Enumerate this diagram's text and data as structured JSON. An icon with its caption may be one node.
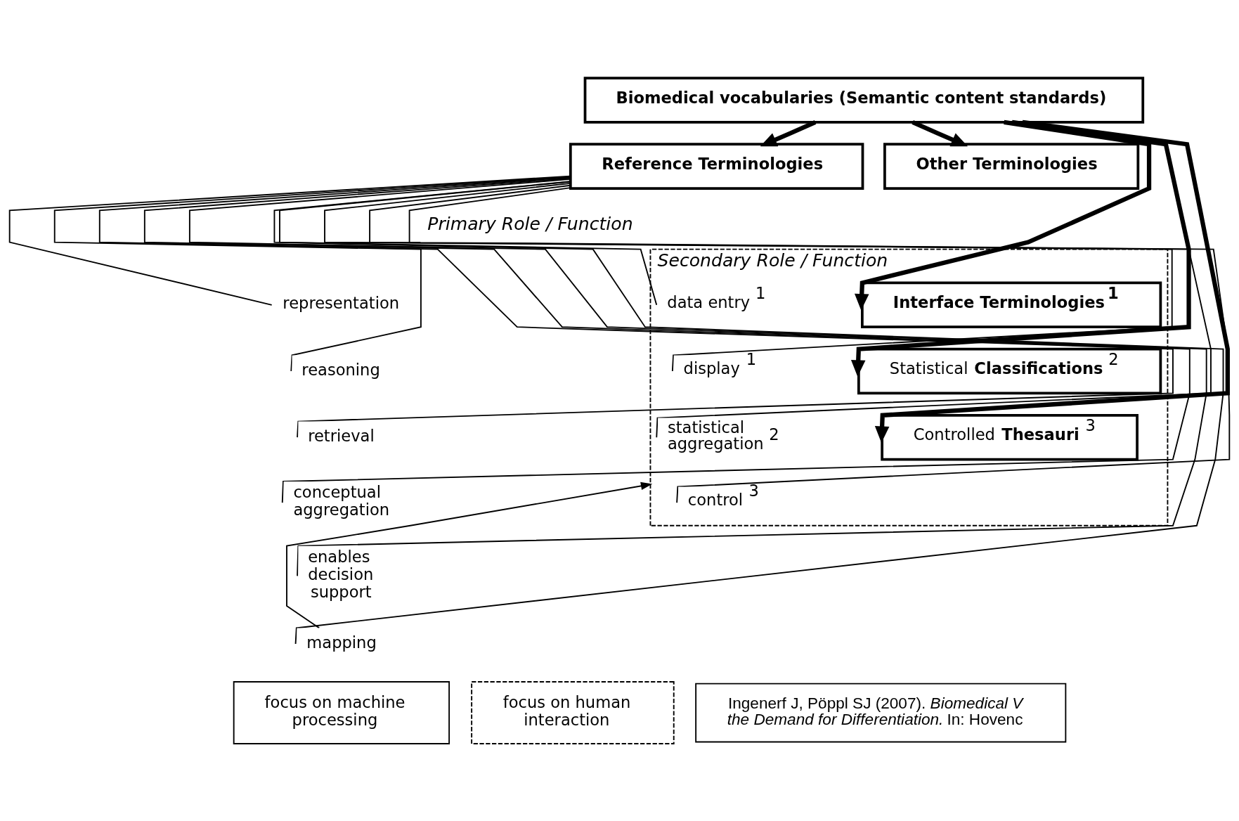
{
  "diagram": {
    "nodes": [
      {
        "text": [
          "Biomedical vocabularies (Semantic content standards)"
        ]
      },
      {
        "text": [
          "Reference Terminologies"
        ]
      },
      {
        "text": [
          "Other Terminologies"
        ]
      },
      {
        "text": [
          "Secondary Role / Function"
        ]
      },
      {
        "text": [
          "data entry $^{1}$"
        ],
        "in": 3
      },
      {
        "text": [
          "display $^{1}$"
        ],
        "in": 3
      },
      {
        "text": [
          "statistical aggregation $^{2}$"
        ],
        "in": 3
      },
      {
        "text": [
          "control $^{3}$"
        ],
        "in": 3
      },
      {
        "text": [
          "Interface Terminologies $^{1}$"
        ],
        "in": 3
      },
      {
        "text": [
          "Statistical **Classifications** $^{2}$"
        ],
        "in": 3
      },
      {
        "text": [
          "Controlled **Thesauri** $^{3}$"
        ],
        "in": 3
      },
      {
        "text": [
          "representation"
        ]
      },
      {
        "text": [
          "reasoning"
        ]
      },
      {
        "text": [
          "retrieval"
        ]
      },
      {
        "text": [
          "conceptual aggregation"
        ]
      },
      {
        "text": [
          "enables decision support"
        ]
      },
      {
        "text": [
          "mapping"
        ]
      },
      {
        "text": [
          "focus on machine processing"
        ]
      },
      {
        "text": [
          "focus on human interaction"
        ]
      },
      {
        "text": [
          "Ingenerf J, Pöppl SJ (2007). *Biomedical V the Demand for Differentiation.* In: Hovenc"
        ]
      }
    ],
    "edges": [
      {
        "from": 0,
        "to": 1,
        "arrow": "to",
        "style": "thick"
      },
      {
        "from": 0,
        "to": 2,
        "arrow": "to",
        "style": "thick"
      },
      {
        "from": 0,
        "to": 8,
        "arrow": "to",
        "style": "thick"
      },
      {
        "from": 0,
        "to": 9,
        "arrow": "to",
        "style": "thick"
      },
      {
        "from": 0,
        "to": 10,
        "arrow": "to",
        "style": "thick"
      },
      {
        "from": 1,
        "to": 11,
        "arrow": "none"
      },
      {
        "from": 1,
        "to": 12,
        "arrow": "none"
      },
      {
        "from": 1,
        "to": 13,
        "arrow": "none"
      },
      {
        "from": 1,
        "to": 14,
        "arrow": "none"
      },
      {
        "from": 1,
        "to": 15,
        "arrow": "none"
      },
      {
        "from": 1,
        "to": 16,
        "arrow": "none"
      },
      {
        "from": 1,
        "to": 4,
        "arrow": "none"
      },
      {
        "from": 1,
        "to": 5,
        "arrow": "none"
      },
      {
        "from": 1,
        "to": 6,
        "arrow": "none"
      },
      {
        "from": 1,
        "to": 7,
        "arrow": "none"
      },
      {
        "from": 16,
        "to": 3,
        "arrow": "to"
      }
    ],
    "labels": [
      "Primary Role / Function"
    ]
  }
}
